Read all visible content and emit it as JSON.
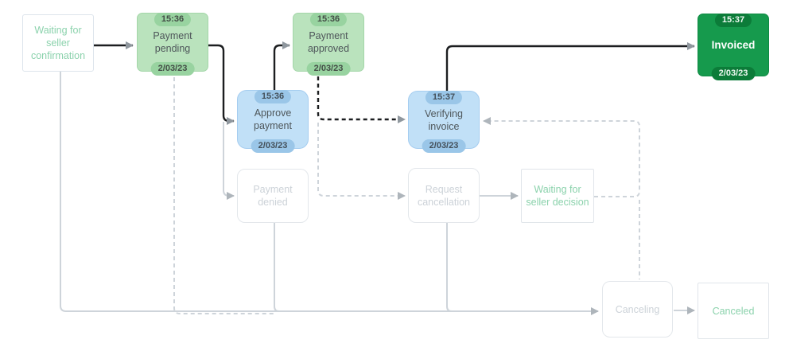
{
  "diagram": {
    "description": "Order status workflow diagram",
    "colors": {
      "completed_node": "#bae3bd",
      "action_node": "#c1e0f7",
      "current_node": "#169a4d",
      "inactive_node_text": "#ccd2d8",
      "terminal_text": "#8bd2ac",
      "active_edge": "#1c1e20",
      "inactive_edge": "#ced4da"
    },
    "nodes": [
      {
        "id": "waiting-seller-confirmation",
        "label": "Waiting for seller confirmation",
        "state": "visited-start"
      },
      {
        "id": "payment-pending",
        "label": "Payment pending",
        "time": "15:36",
        "date": "2/03/23",
        "state": "completed"
      },
      {
        "id": "approve-payment",
        "label": "Approve payment",
        "time": "15:36",
        "date": "2/03/23",
        "state": "completed-action"
      },
      {
        "id": "payment-approved",
        "label": "Payment approved",
        "time": "15:36",
        "date": "2/03/23",
        "state": "completed"
      },
      {
        "id": "verifying-invoice",
        "label": "Verifying invoice",
        "time": "15:37",
        "date": "2/03/23",
        "state": "completed-action"
      },
      {
        "id": "invoiced",
        "label": "Invoiced",
        "time": "15:37",
        "date": "2/03/23",
        "state": "current"
      },
      {
        "id": "payment-denied",
        "label": "Payment denied",
        "state": "inactive"
      },
      {
        "id": "request-cancellation",
        "label": "Request cancellation",
        "state": "inactive"
      },
      {
        "id": "waiting-seller-decision",
        "label": "Waiting for seller decision",
        "state": "inactive-terminal"
      },
      {
        "id": "canceling",
        "label": "Canceling",
        "state": "inactive"
      },
      {
        "id": "canceled",
        "label": "Canceled",
        "state": "inactive-terminal"
      }
    ],
    "edges": [
      {
        "from": "waiting-seller-confirmation",
        "to": "payment-pending",
        "style": "solid",
        "state": "active"
      },
      {
        "from": "payment-pending",
        "to": "approve-payment",
        "style": "solid",
        "state": "active"
      },
      {
        "from": "payment-pending",
        "to": "payment-denied",
        "style": "solid",
        "state": "inactive"
      },
      {
        "from": "approve-payment",
        "to": "payment-approved",
        "style": "solid",
        "state": "active"
      },
      {
        "from": "payment-approved",
        "to": "verifying-invoice",
        "style": "dashed",
        "state": "active"
      },
      {
        "from": "payment-approved",
        "to": "request-cancellation",
        "style": "dashed",
        "state": "inactive"
      },
      {
        "from": "verifying-invoice",
        "to": "invoiced",
        "style": "solid",
        "state": "active"
      },
      {
        "from": "request-cancellation",
        "to": "waiting-seller-decision",
        "style": "solid",
        "state": "inactive"
      },
      {
        "from": "waiting-seller-decision",
        "to": "verifying-invoice",
        "style": "dashed",
        "state": "inactive"
      },
      {
        "from": "waiting-seller-decision",
        "to": "canceling",
        "style": "dashed",
        "state": "inactive"
      },
      {
        "from": "waiting-seller-confirmation",
        "to": "canceling",
        "style": "solid",
        "state": "inactive"
      },
      {
        "from": "payment-pending",
        "to": "canceling",
        "style": "dashed",
        "state": "inactive"
      },
      {
        "from": "payment-denied",
        "to": "canceling",
        "style": "solid",
        "state": "inactive"
      },
      {
        "from": "request-cancellation",
        "to": "canceling",
        "style": "solid",
        "state": "inactive"
      },
      {
        "from": "canceling",
        "to": "canceled",
        "style": "solid",
        "state": "inactive"
      }
    ]
  }
}
